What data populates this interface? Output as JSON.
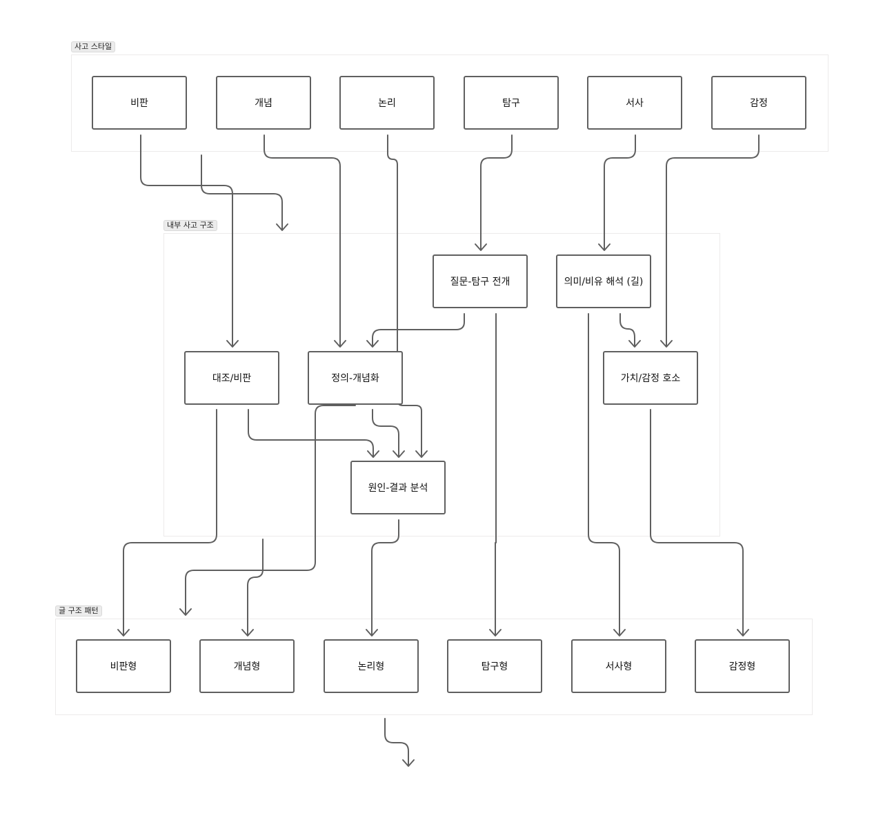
{
  "groups": {
    "styles": "사고 스타일",
    "internal": "내부 사고 구조",
    "patterns": "글 구조 패턴"
  },
  "styles": [
    "비판",
    "개념",
    "논리",
    "탐구",
    "서사",
    "감정"
  ],
  "internal": {
    "question": "질문-탐구 전개",
    "meaning": "의미/비유 해석 (길)",
    "contrast": "대조/비판",
    "definition": "정의-개념화",
    "value": "가치/감정 호소",
    "cause": "원인-결과 분석"
  },
  "patterns": [
    "비판형",
    "개념형",
    "논리형",
    "탐구형",
    "서사형",
    "감정형"
  ]
}
